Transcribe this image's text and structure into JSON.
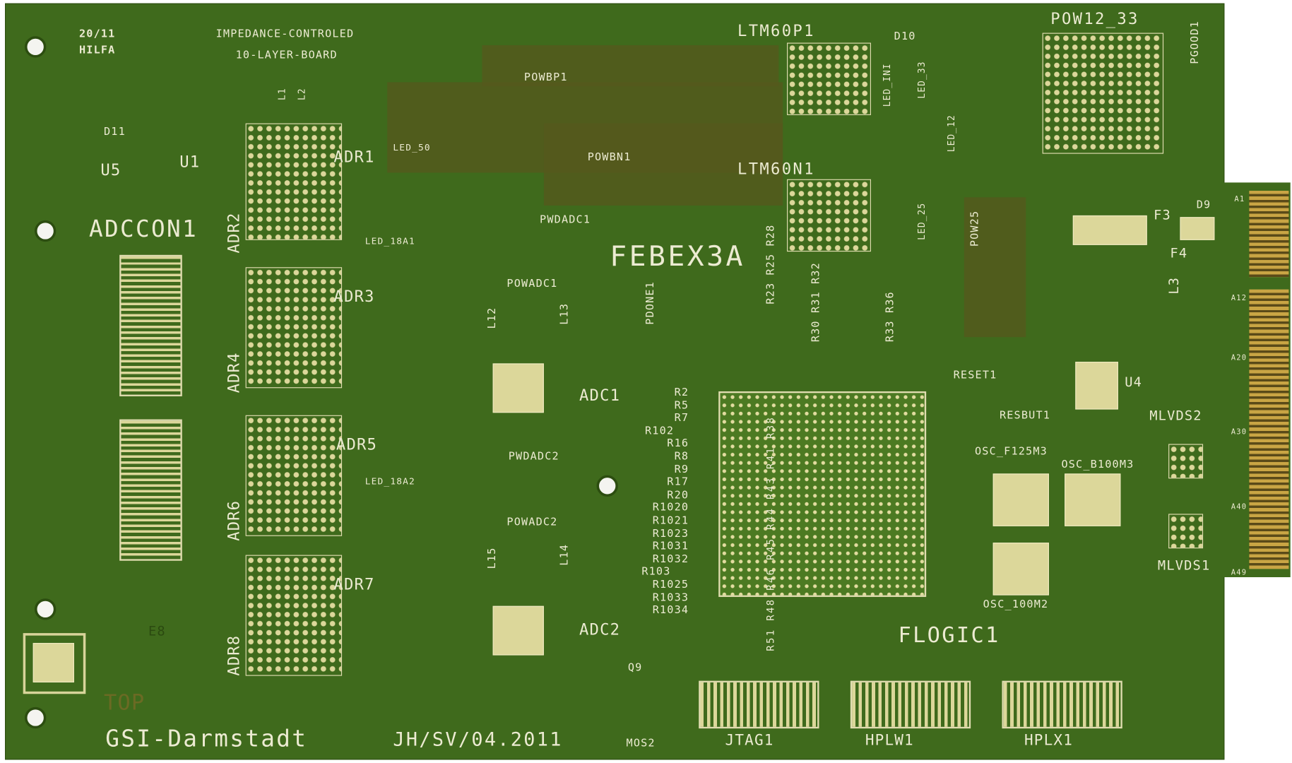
{
  "board": {
    "date_code": "20/11",
    "maker": "HILFA",
    "impedance": "IMPEDANCE-CONTROLED",
    "layers": "10-LAYER-BOARD",
    "name": "FEBEX3A",
    "side": "TOP",
    "org": "GSI-Darmstadt",
    "author": "JH/SV/04.2011",
    "marking": "E8"
  },
  "refs": {
    "ltm60p1": "LTM60P1",
    "d10": "D10",
    "pow12": "POW12_33",
    "pgood": "PGOOD1",
    "powbp1": "POWBP1",
    "led50": "LED_50",
    "powbn1": "POWBN1",
    "d11": "D11",
    "u5": "U5",
    "u1": "U1",
    "adr1": "ADR1",
    "adr2": "ADR2",
    "adr3": "ADR3",
    "adr4": "ADR4",
    "adr5": "ADR5",
    "adr6": "ADR6",
    "adr7": "ADR7",
    "adr8": "ADR8",
    "adccon1": "ADCCON1",
    "l1": "L1",
    "l2": "L2",
    "ltm60n1": "LTM60N1",
    "ledini": "LED_INI",
    "led33": "LED_33",
    "led12": "LED_12",
    "led25": "LED_25",
    "pow25": "POW25",
    "pwdadc1": "PWDADC1",
    "led18a1": "LED_18A1",
    "powadc1": "POWADC1",
    "l12": "L12",
    "l13": "L13",
    "pdone1": "PDONE1",
    "r23": "R23 R25 R28",
    "r30": "R30 R31 R32",
    "r33": "R33 R36",
    "f3": "F3",
    "d9": "D9",
    "f4": "F4",
    "l3": "L3",
    "adc1": "ADC1",
    "reset1": "RESET1",
    "resbut1": "RESBUT1",
    "u4": "U4",
    "mlvds2": "MLVDS2",
    "oscf": "OSC_F125M3",
    "oscb": "OSC_B100M3",
    "pwdadc2": "PWDADC2",
    "led18a2": "LED_18A2",
    "powadc2": "POWADC2",
    "l14": "L14",
    "l15": "L15",
    "adc2": "ADC2",
    "mlvds1": "MLVDS1",
    "osc100": "OSC_100M2",
    "rbot": "R51 R48 R46 R45 R44 R43 R41 R38",
    "flogic1": "FLOGIC1",
    "q9": "Q9",
    "mos2": "MOS2",
    "jtag1": "JTAG1",
    "hplw1": "HPLW1",
    "hplx1": "HPLX1",
    "rcol": [
      "R2",
      "R5",
      "R7",
      "R102",
      "R16",
      "R8",
      "R9",
      "R17",
      "R20",
      "R1020",
      "R1021",
      "R1023",
      "R1031",
      "R1032",
      "R103",
      "R1025",
      "R1033",
      "R1034"
    ]
  },
  "edge_pins": [
    "A1",
    "A12",
    "A20",
    "A30",
    "A40",
    "A49"
  ]
}
